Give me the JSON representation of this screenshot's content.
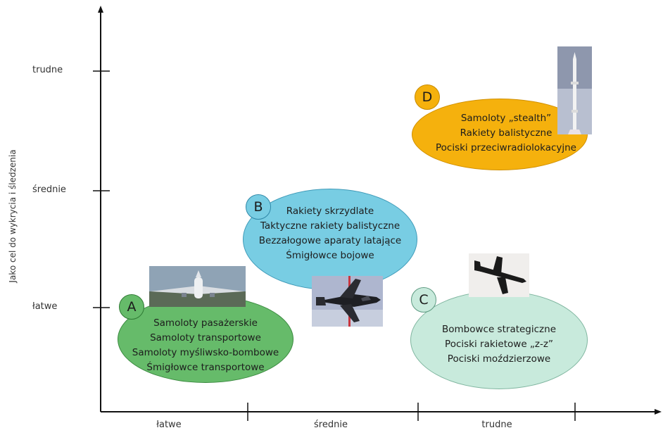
{
  "axes": {
    "y_title": "Jako cel do wykrycia i śledzenia",
    "y_ticks": [
      "trudne",
      "średnie",
      "łatwe"
    ],
    "x_ticks": [
      "łatwe",
      "średnie",
      "trudne"
    ]
  },
  "groups": {
    "a": {
      "letter": "A",
      "items": [
        "Samoloty pasażerskie",
        "Samoloty transportowe",
        "Samoloty myśliwsko-bombowe",
        "Śmigłowce transportowe"
      ],
      "color": "#66bb6a",
      "image": "passenger-airliner-photo"
    },
    "b": {
      "letter": "B",
      "items": [
        "Rakiety skrzydlate",
        "Taktyczne rakiety balistyczne",
        "Bezzałogowe aparaty latające",
        "Śmigłowce bojowe"
      ],
      "color": "#78cde3",
      "image": "fighter-jet-photo"
    },
    "c": {
      "letter": "C",
      "items": [
        "Bombowce strategiczne",
        "Pociski rakietowe „z-z”",
        "Pociski moździerzowe"
      ],
      "color": "#c8eadc",
      "image": "bomber-silhouette-photo"
    },
    "d": {
      "letter": "D",
      "items": [
        "Samoloty „stealth”",
        "Rakiety balistyczne",
        "Pociski przeciwradiolokacyjne"
      ],
      "color": "#f5b10d",
      "image": "ballistic-missile-photo"
    }
  }
}
